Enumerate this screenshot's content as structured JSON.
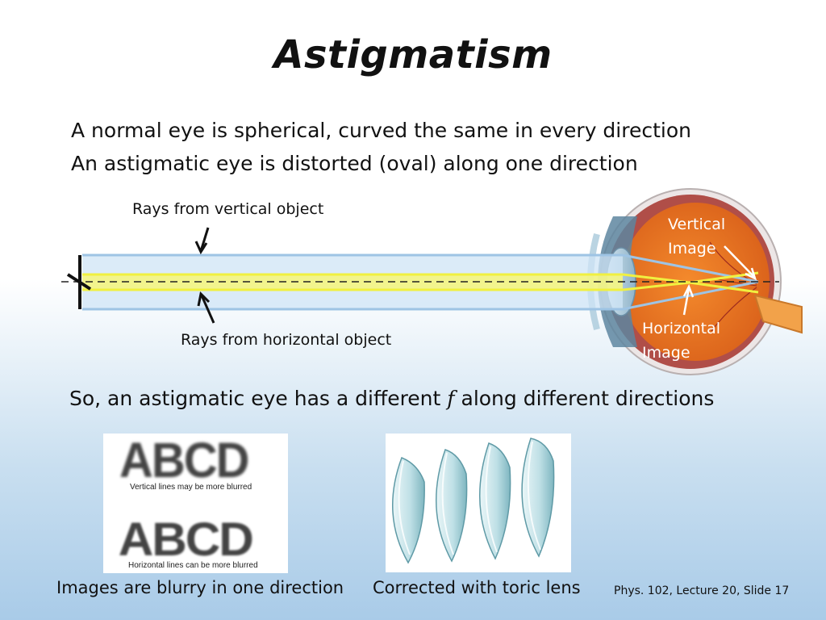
{
  "slide": {
    "title": "Astigmatism",
    "lines": [
      "A normal eye is spherical, curved the same in every direction",
      "An astigmatic eye is distorted (oval) along one direction"
    ],
    "conclusion_before": "So, an astigmatic eye has a different ",
    "conclusion_symbol": "f",
    "conclusion_after": " along different directions",
    "footer": "Phys. 102, Lecture 20, Slide 17"
  },
  "diagram": {
    "rays_vertical_label": "Rays from vertical object",
    "rays_horizontal_label": "Rays from horizontal object",
    "vertical_image_label": [
      "Vertical",
      "Image"
    ],
    "horizontal_image_label": [
      "Horizontal",
      "Image"
    ],
    "colors": {
      "horizontal_rays": "#9ec4e4",
      "vertical_rays": "#f0f040",
      "eye_orange": "#e8741e",
      "eye_sclera": "#b85a50"
    }
  },
  "blur_panel": {
    "top_text": "ABCD",
    "top_caption": "Vertical lines may be more blurred",
    "bottom_text": "ABCD",
    "bottom_caption": "Horizontal lines can be more blurred",
    "caption": "Images are blurry in one direction"
  },
  "toric_panel": {
    "caption": "Corrected with toric lens"
  }
}
